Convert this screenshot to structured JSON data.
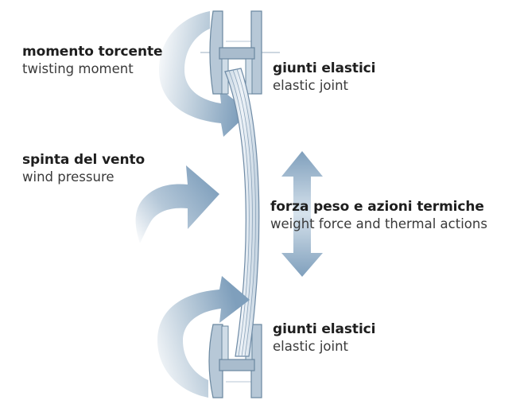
{
  "labels": {
    "twisting": {
      "it": "momento torcente",
      "en": "twisting moment"
    },
    "joint_top": {
      "it": "giunti elastici",
      "en": "elastic joint"
    },
    "wind": {
      "it": "spinta del vento",
      "en": "wind pressure"
    },
    "weight": {
      "it": "forza peso e azioni termiche",
      "en": "weight force and thermal actions"
    },
    "joint_bottom": {
      "it": "giunti elastici",
      "en": "elastic joint"
    }
  },
  "colors": {
    "profile_fill": "#a9bccd",
    "profile_stroke": "#5f7d99",
    "glass_fill": "#dce6ef",
    "glass_stroke": "#6f8ba6",
    "arrow_dark": "#7f9fbc",
    "arrow_light": "#ffffff"
  }
}
